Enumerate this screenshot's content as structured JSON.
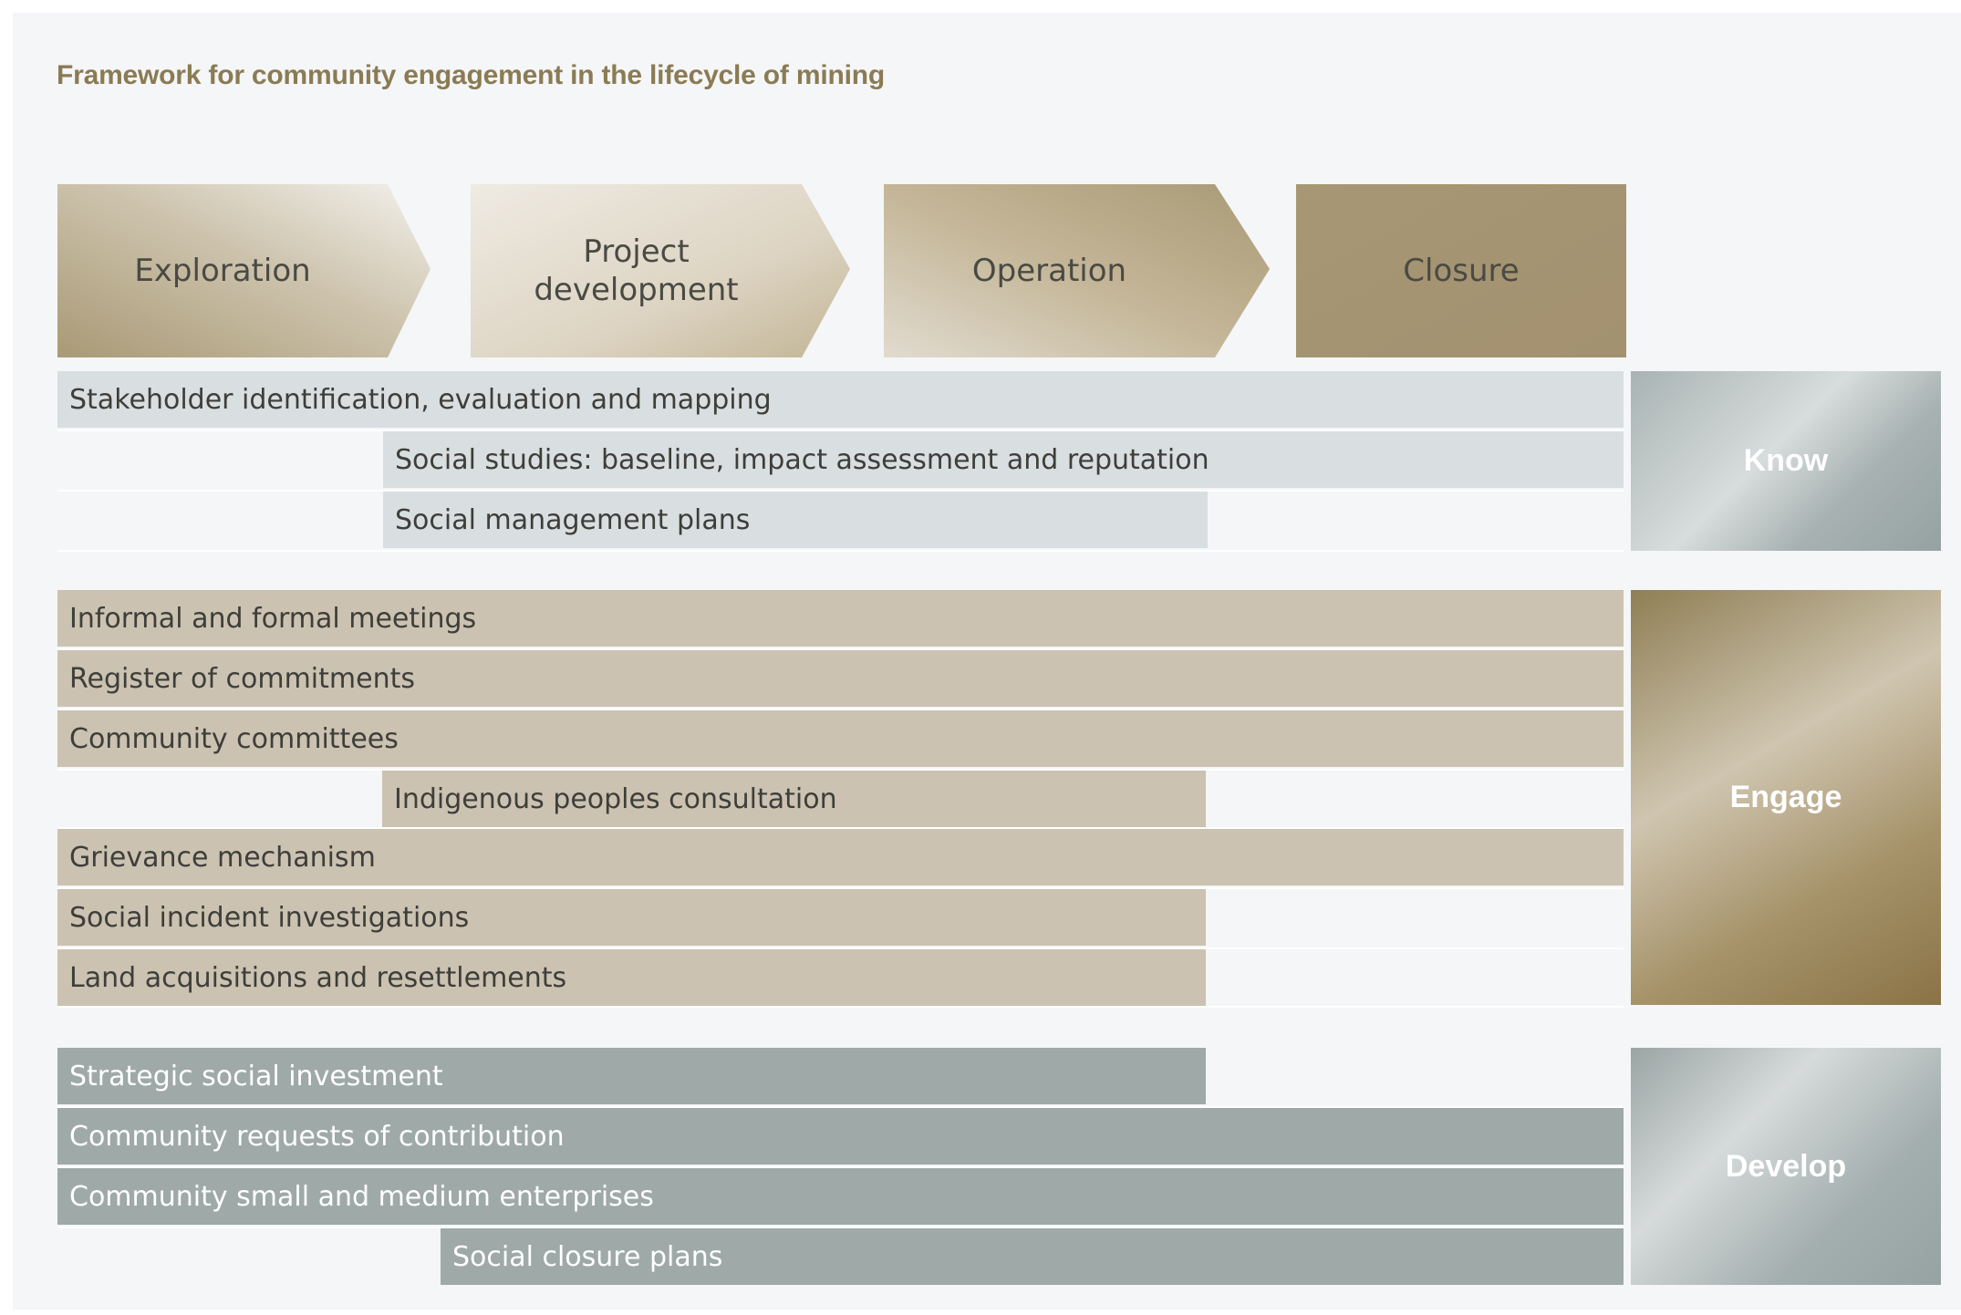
{
  "title": "Framework for community engagement in the lifecycle of mining",
  "phases": [
    {
      "label": "Exploration"
    },
    {
      "label": "Project development"
    },
    {
      "label": "Operation"
    },
    {
      "label": "Closure"
    }
  ],
  "categories": {
    "know": "Know",
    "engage": "Engage",
    "develop": "Develop"
  },
  "groups": {
    "know": [
      {
        "label": "Stakeholder identification, evaluation and mapping"
      },
      {
        "label": "Social studies: baseline, impact assessment and reputation"
      },
      {
        "label": "Social management plans"
      }
    ],
    "engage": [
      {
        "label": "Informal and formal meetings"
      },
      {
        "label": "Register of commitments"
      },
      {
        "label": "Community committees"
      },
      {
        "label": "Indigenous peoples consultation"
      },
      {
        "label": "Grievance mechanism"
      },
      {
        "label": "Social incident investigations"
      },
      {
        "label": "Land acquisitions and resettlements"
      }
    ],
    "develop": [
      {
        "label": "Strategic social investment"
      },
      {
        "label": "Community requests of contribution"
      },
      {
        "label": "Community small and medium enterprises"
      },
      {
        "label": "Social closure plans"
      }
    ]
  },
  "colors": {
    "title": "#8b7b53",
    "know_bar": "#d9dee0",
    "engage_bar": "#cbc2b1",
    "develop_bar": "#9ea9a8"
  }
}
